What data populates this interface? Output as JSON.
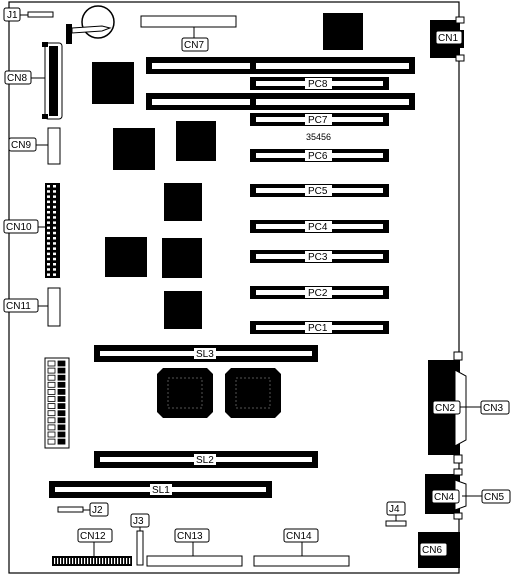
{
  "labels": {
    "j1": "J1",
    "j2": "J2",
    "j3": "J3",
    "j4": "J4",
    "cn1": "CN1",
    "cn2": "CN2",
    "cn3": "CN3",
    "cn4": "CN4",
    "cn5": "CN5",
    "cn6": "CN6",
    "cn7": "CN7",
    "cn8": "CN8",
    "cn9": "CN9",
    "cn10": "CN10",
    "cn11": "CN11",
    "cn12": "CN12",
    "cn13": "CN13",
    "cn14": "CN14",
    "pc1": "PC1",
    "pc2": "PC2",
    "pc3": "PC3",
    "pc4": "PC4",
    "pc5": "PC5",
    "pc6": "PC6",
    "pc7": "PC7",
    "pc8": "PC8",
    "sl1": "SL1",
    "sl2": "SL2",
    "sl3": "SL3",
    "part_number": "35456"
  },
  "colors": {
    "ink": "#000000",
    "paper": "#ffffff"
  }
}
